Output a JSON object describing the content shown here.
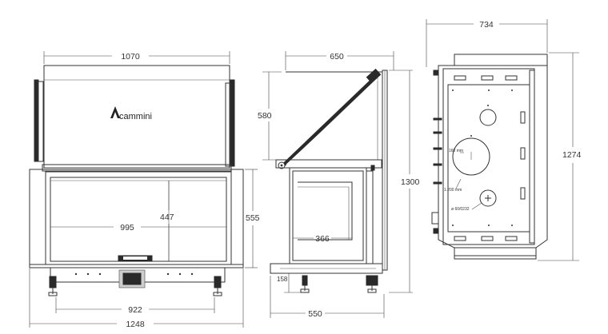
{
  "brand": {
    "logo_text": "cammini"
  },
  "front_view": {
    "dims": {
      "top_width": "1070",
      "inner_width": "995",
      "inner_height": "447",
      "height": "555",
      "base_width": "922",
      "total_width": "1248"
    }
  },
  "side_view": {
    "dims": {
      "depth": "650",
      "door_height": "580",
      "inner_depth": "366",
      "total_height": "1300",
      "foot_height": "158",
      "base_depth": "550"
    }
  },
  "back_view": {
    "dims": {
      "width": "734",
      "height": "1274"
    },
    "notes": {
      "n1": "160 mm",
      "n2": "1.200 mm",
      "n3": "ø 60/0232"
    }
  }
}
